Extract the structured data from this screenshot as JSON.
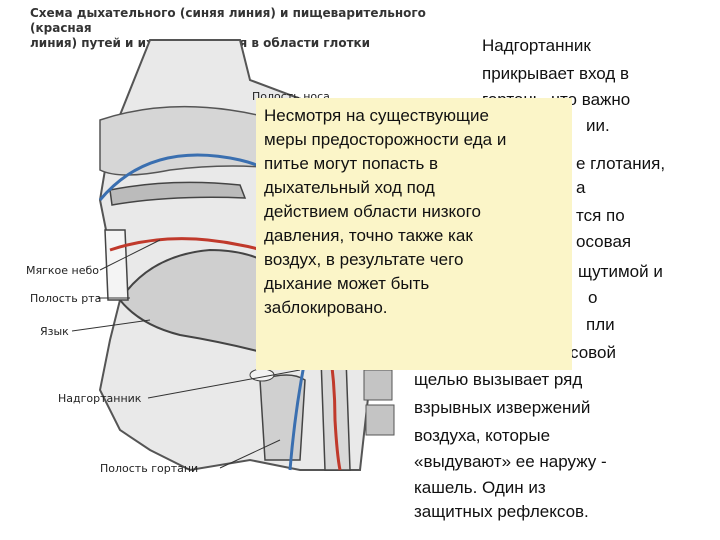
{
  "figure": {
    "title_lines": [
      "Схема дыхательного (синяя линия) и пищеварительного (красная",
      "линия) путей и их пересечения в области глотки"
    ],
    "labels": {
      "nasal_cavity": "Полость носа",
      "soft_palate": "Мягкое небо",
      "oral_cavity": "Полость рта",
      "tongue": "Язык",
      "epiglottis": "Надгортанник",
      "larynx_cavity": "Полость гортани"
    },
    "colors": {
      "respiratory": "#3a6fb0",
      "digestive": "#c0392b",
      "tissue": "#bfbfbf",
      "outline": "#444444"
    }
  },
  "right_text": [
    "Надгортанник",
    "прикрывает вход в",
    "гортань, что важно",
    "ии.",
    "е глотания,",
    "а",
    "тся по",
    "осовая",
    "щутимой  и",
    "о",
    "пли",
    "совой",
    "щелью вызывает ряд",
    "взрывных извержений",
    "воздуха, которые",
    "«выдувают» ее наружу  -",
    "кашель. Один из",
    "защитных рефлексов."
  ],
  "overlay_text": [
    "Несмотря на существующие",
    "меры предосторожности еда и",
    "питье могут попасть в",
    "дыхательный ход под",
    "действием области низкого",
    "давления, точно также как",
    "воздух, в результате чего",
    "дыхание может быть",
    "заблокировано."
  ]
}
